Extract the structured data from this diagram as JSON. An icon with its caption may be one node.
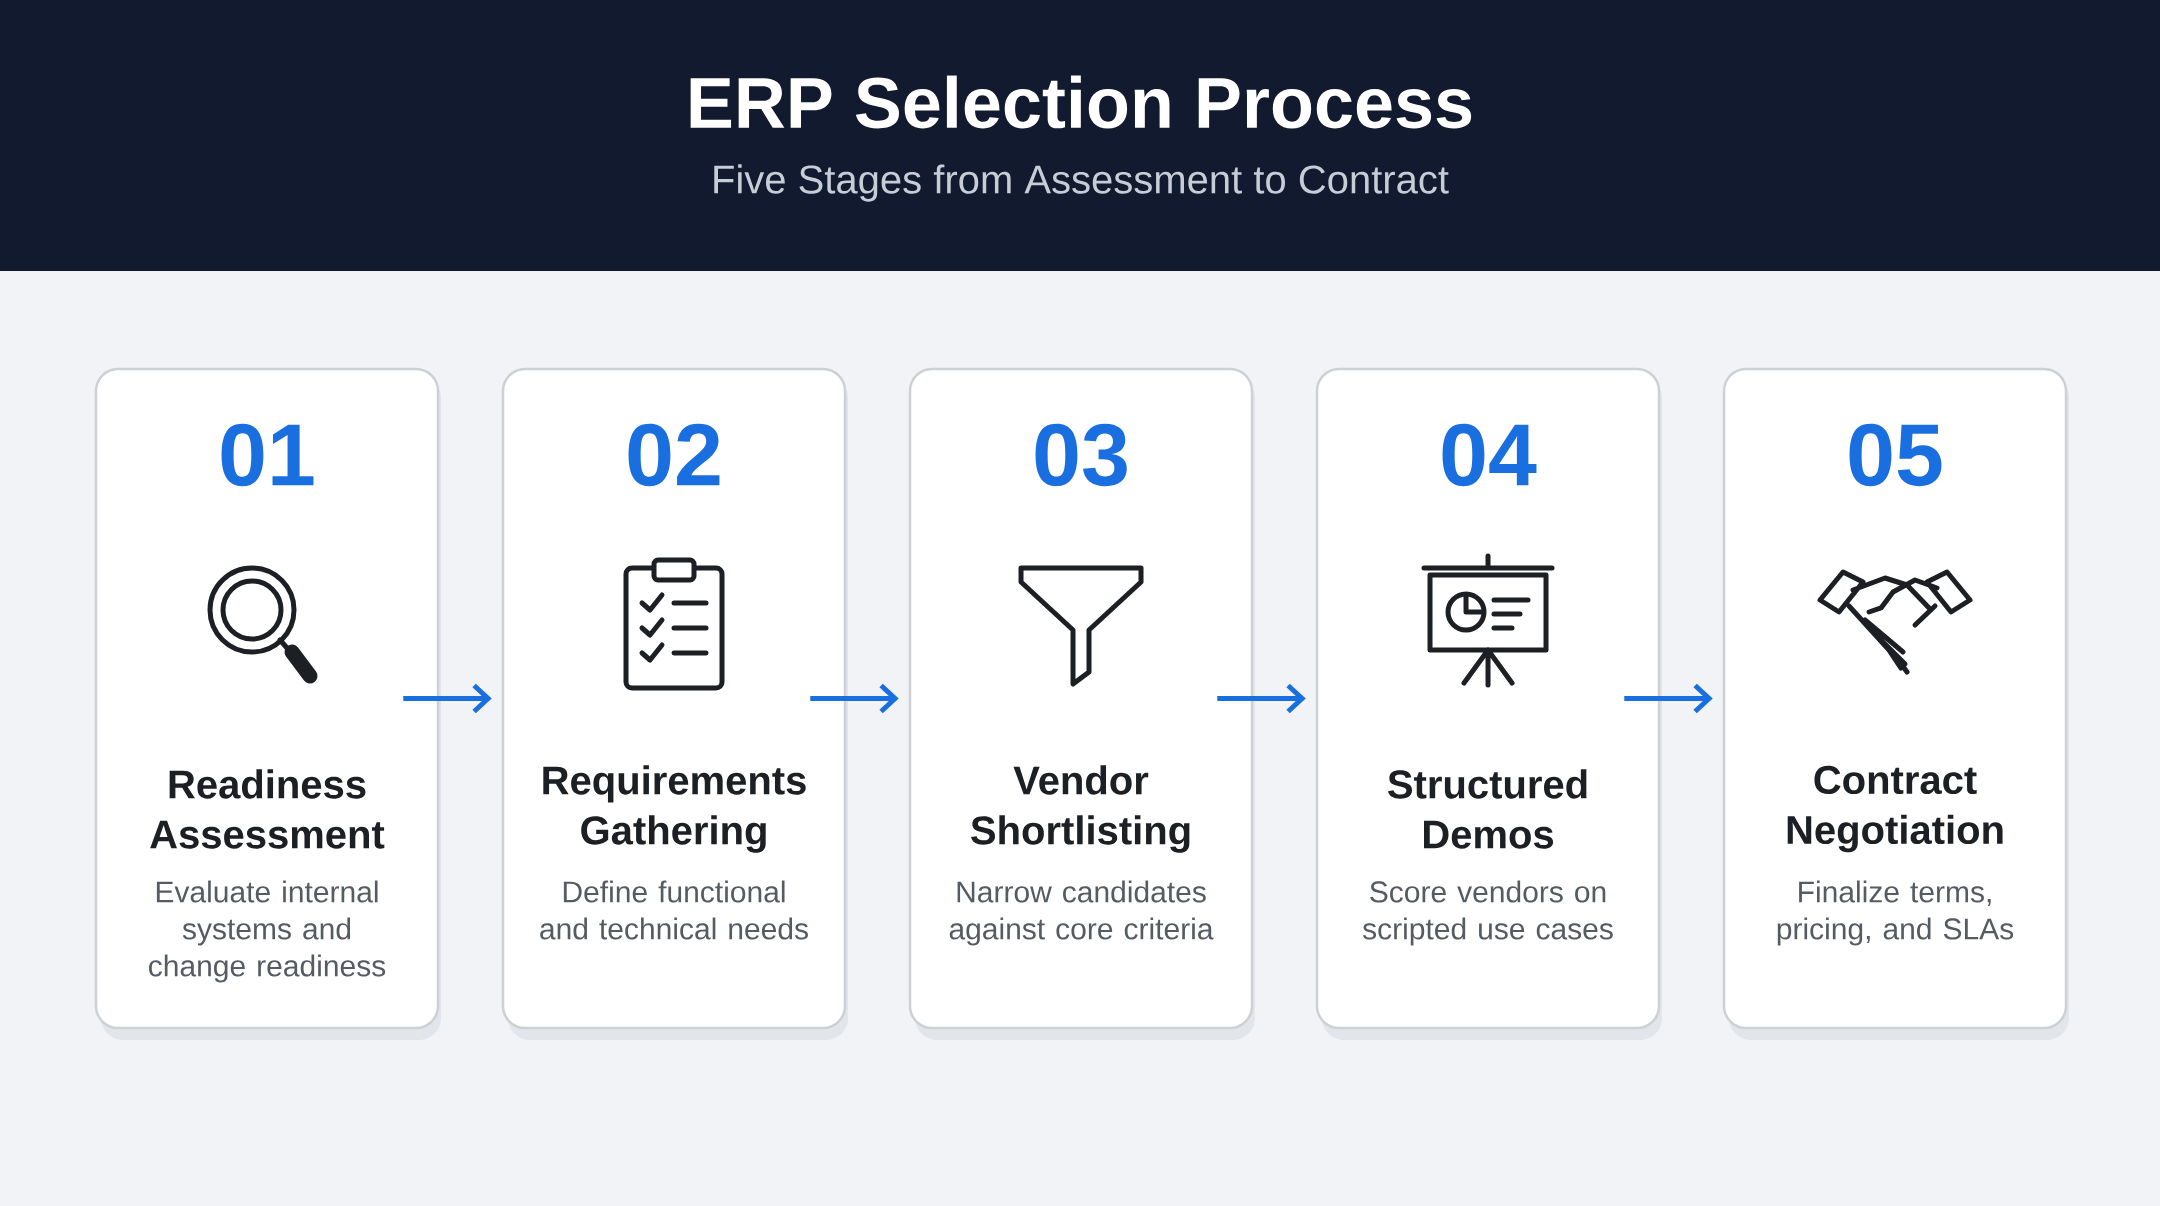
{
  "diagram": {
    "title": "ERP Selection Process",
    "caption": "Five Stages from Assessment to Contract",
    "nodes": [
      {
        "text": [
          "01",
          "Readiness Assessment",
          "Evaluate internal systems and change readiness"
        ]
      },
      {
        "text": [
          "02",
          "Requirements Gathering",
          "Define functional and technical needs"
        ]
      },
      {
        "text": [
          "03",
          "Vendor Shortlisting",
          "Narrow candidates against core criteria"
        ]
      },
      {
        "text": [
          "04",
          "Structured Demos",
          "Score vendors on scripted use cases"
        ]
      },
      {
        "text": [
          "05",
          "Contract Negotiation",
          "Finalize terms, pricing, and SLAs"
        ]
      }
    ],
    "edges": [
      {
        "from": 0,
        "to": 1,
        "arrow": "to"
      },
      {
        "from": 1,
        "to": 2,
        "arrow": "to"
      },
      {
        "from": 2,
        "to": 3,
        "arrow": "to"
      },
      {
        "from": 3,
        "to": 4,
        "arrow": "to"
      }
    ]
  }
}
